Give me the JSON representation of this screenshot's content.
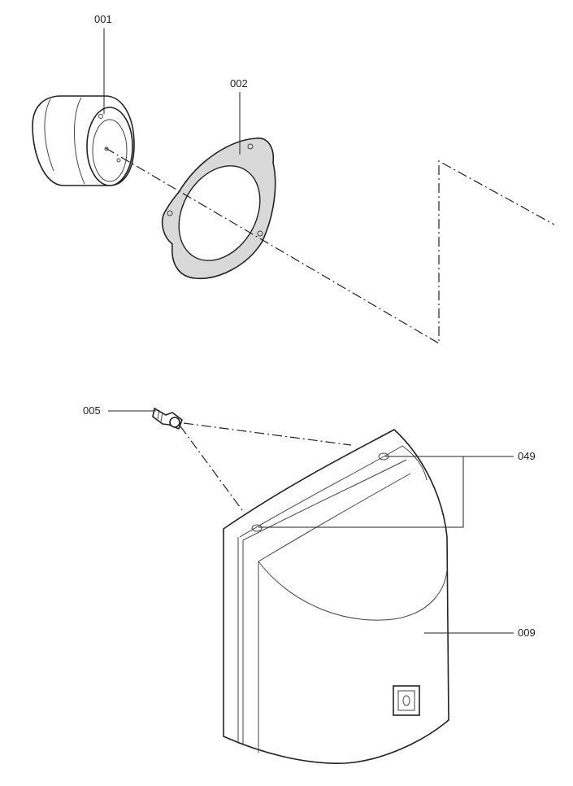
{
  "callouts": {
    "part_001": "001",
    "part_002": "002",
    "part_005": "005",
    "part_049": "049",
    "part_009": "009"
  },
  "colors": {
    "line": "#222222",
    "gasket_fill": "#d9d9d9",
    "background": "#ffffff"
  }
}
